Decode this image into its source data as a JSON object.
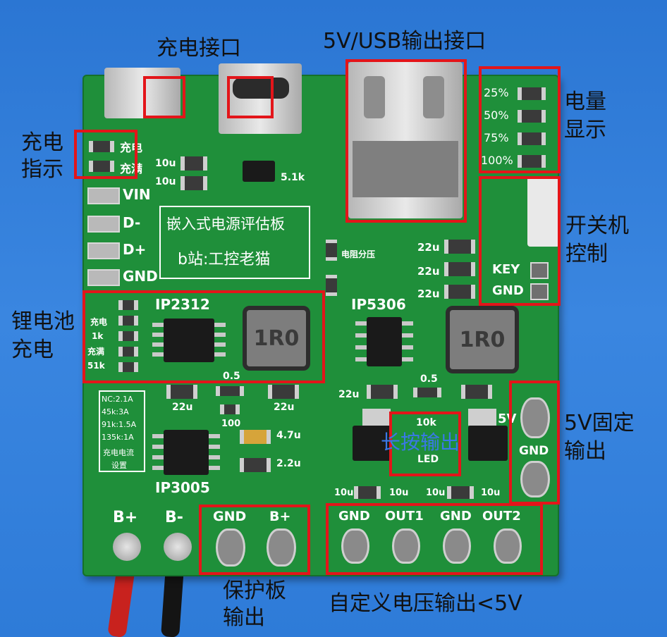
{
  "labels": {
    "charge_port": "充电接口",
    "usb_output_port": "5V/USB输出接口",
    "battery_level_1": "电量",
    "battery_level_2": "显示",
    "charge_indicator_1": "充电",
    "charge_indicator_2": "指示",
    "power_switch_1": "开关机",
    "power_switch_2": "控制",
    "li_battery_charge_1": "锂电池",
    "li_battery_charge_2": "充电",
    "fixed_5v_1": "5V固定",
    "fixed_5v_2": "输出",
    "protection_out_1": "保护板",
    "protection_out_2": "输出",
    "custom_voltage_out": "自定义电压输出<5V",
    "long_press_output": "长按输出"
  },
  "board_silk": {
    "title_line1": "嵌入式电源评估板",
    "title_line2": "b站:工控老猫",
    "charge_led": "充电",
    "full_led": "充满",
    "vin": "VIN",
    "d_minus": "D-",
    "d_plus": "D+",
    "gnd": "GND",
    "ip2312": "IP2312",
    "ip5306": "IP5306",
    "ip3005": "IP3005",
    "inductor1": "1R0",
    "inductor2": "1R0",
    "level_25": "25%",
    "level_50": "50%",
    "level_75": "75%",
    "level_100": "100%",
    "key": "KEY",
    "key_gnd": "GND",
    "divider": "电阻分压",
    "res_1k": "1k",
    "res_51k": "51k",
    "charge_current_table": [
      "NC:2.1A",
      "45k:3A",
      "91k:1.5A",
      "135k:1A",
      "充电电流",
      "设置"
    ],
    "cap_10u_a": "10u",
    "cap_10u_b": "10u",
    "val_51k": "5.1k",
    "cap_22u_1": "22u",
    "cap_22u_2": "22u",
    "cap_22u_3": "22u",
    "cap_22u_4": "22u",
    "cap_22u_5": "22u",
    "cap_22u_6": "22u",
    "val_05_a": "0.5",
    "val_05_b": "0.5",
    "val_100": "100",
    "val_47u": "4.7u",
    "val_22u": "2.2u",
    "val_10k": "10k",
    "led": "LED",
    "out_5v": "5V",
    "fixed_gnd": "GND",
    "b_plus": "B+",
    "b_minus": "B-",
    "prot_gnd": "GND",
    "prot_bplus": "B+",
    "out_gnd1": "GND",
    "out1": "OUT1",
    "out_gnd2": "GND",
    "out2": "OUT2",
    "cap_10u_bottom1": "10u",
    "cap_10u_bottom2": "10u",
    "cap_10u_bottom3": "10u",
    "cap_10u_bottom4": "10u"
  },
  "colors": {
    "pcb": "#1f8f3a",
    "annotation_box": "#e3151a",
    "background": "#2f7ad6",
    "highlight_text": "#3a78e8"
  }
}
